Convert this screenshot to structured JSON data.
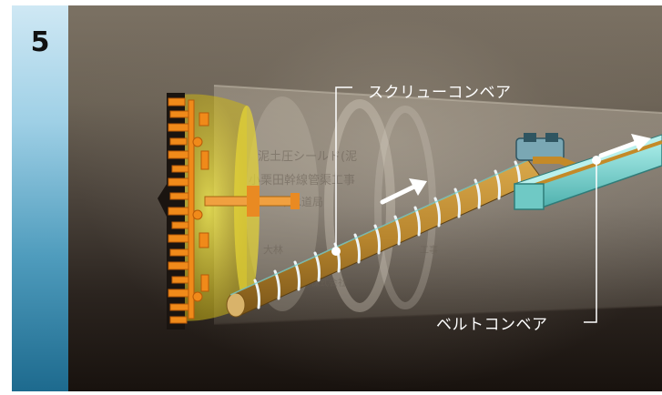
{
  "step": {
    "number": "5"
  },
  "labels": {
    "screw_conveyor": "スクリューコンベア",
    "belt_conveyor": "ベルトコンベア"
  },
  "background_text": [
    "泥土圧シールド(泥",
    "小栗田幹線管渠工事",
    "下水道局",
    "大林",
    "工事",
    "株式会社"
  ],
  "colors": {
    "sidebar_top": "#cfe8f4",
    "sidebar_bottom": "#1d6a8e",
    "cutter_orange": "#f08a1a",
    "cutter_glow": "#f2e23a",
    "screw_brown": "#b8862e",
    "belt_cyan": "#7fd6d2",
    "arrow_white": "#ffffff"
  },
  "icons": [
    "arrow-right-icon",
    "arrow-right-icon"
  ]
}
